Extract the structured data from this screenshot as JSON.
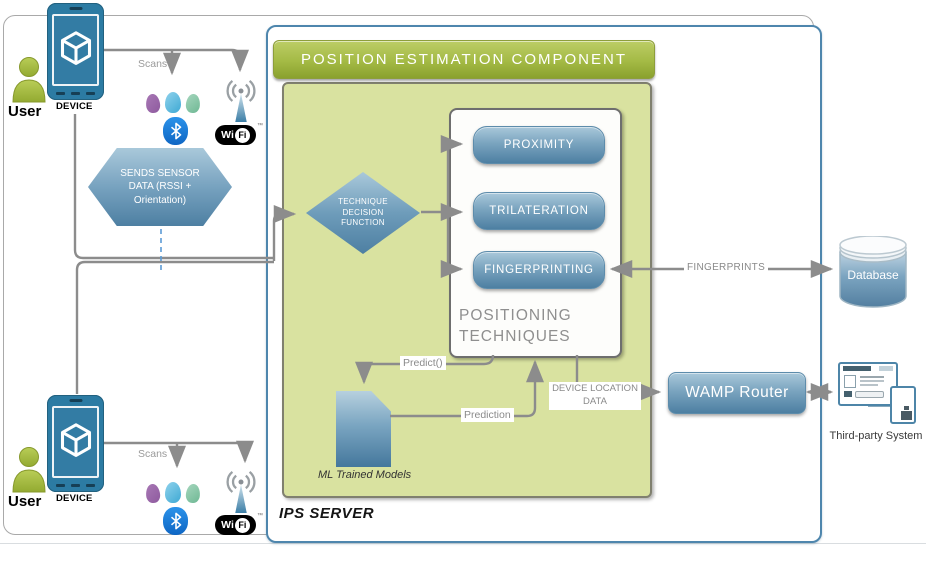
{
  "colors": {
    "outer_border_blue": "#4e86ad",
    "panel_green": "#d9e2a0",
    "header_green": "#a4ba45",
    "shape_blue": "#4d7fa2",
    "connector_gray": "#8c8c8c",
    "user_green": "#a4bb3f",
    "beacon_purple": "#8e5a9e",
    "beacon_cyan": "#4fb3d9",
    "beacon_green": "#82c29e",
    "bluetooth_blue": "#0e66c4"
  },
  "left": {
    "users": [
      {
        "label": "User",
        "device": "DEVICE",
        "scans": "Scans"
      },
      {
        "label": "User",
        "device": "DEVICE",
        "scans": "Scans"
      }
    ],
    "wifi_logo": {
      "wi": "Wi",
      "fi": "Fi",
      "tm": "™"
    },
    "hexagon": "SENDS SENSOR\nDATA (RSSI +\nOrientation)"
  },
  "server": {
    "label": "IPS SERVER",
    "header": "POSITION ESTIMATION COMPONENT",
    "decision": "TECHNIQUE\nDECISION\nFUNCTION",
    "techniques": {
      "title": "POSITIONING\nTECHNIQUES",
      "items": [
        "PROXIMITY",
        "TRILATERATION",
        "FINGERPRINTING"
      ]
    },
    "ml_models": "ML Trained Models",
    "labels": {
      "predict": "Predict()",
      "prediction": "Prediction",
      "device_location": "DEVICE LOCATION\nDATA",
      "fingerprints": "FINGERPRINTS"
    }
  },
  "right": {
    "database": "Database",
    "wamp": "WAMP Router",
    "third_party": "Third-party System"
  }
}
